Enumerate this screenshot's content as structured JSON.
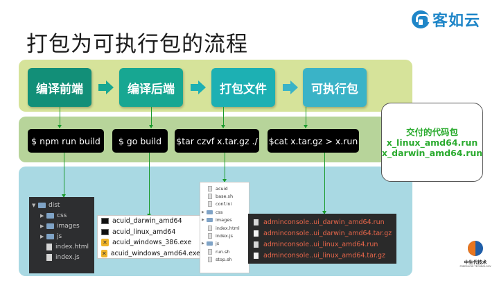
{
  "brand": {
    "name": "客如云"
  },
  "title": "打包为可执行包的流程",
  "stages": [
    "编译前端",
    "编译后端",
    "打包文件",
    "可执行包"
  ],
  "commands": [
    "$ npm run build",
    "$ go build",
    "$tar czvf x.tar.gz ./",
    "$cat x.tar.gz > x.run"
  ],
  "deliverable_note": {
    "heading": "交付的代码包",
    "files": [
      "x_linux_amd64.run",
      "x_darwin_amd64.run"
    ]
  },
  "frontend_output": [
    {
      "name": "dist",
      "kind": "folder",
      "expanded": true
    },
    {
      "name": "css",
      "kind": "folder",
      "expanded": false
    },
    {
      "name": "images",
      "kind": "folder",
      "expanded": false
    },
    {
      "name": "js",
      "kind": "folder",
      "expanded": false
    },
    {
      "name": "index.html",
      "kind": "file"
    },
    {
      "name": "index.js",
      "kind": "file"
    }
  ],
  "backend_output": [
    {
      "name": "acuid_darwin_amd64",
      "icon": "exec-icon"
    },
    {
      "name": "acuid_linux_amd64",
      "icon": "exec-icon"
    },
    {
      "name": "acuid_windows_386.exe",
      "icon": "exe-icon"
    },
    {
      "name": "acuid_windows_amd64.exe",
      "icon": "exe-icon"
    }
  ],
  "package_tree": [
    {
      "name": "acuid",
      "kind": "file"
    },
    {
      "name": "base.sh",
      "kind": "file"
    },
    {
      "name": "conf.ini",
      "kind": "file"
    },
    {
      "name": "css",
      "kind": "folder"
    },
    {
      "name": "images",
      "kind": "folder"
    },
    {
      "name": "index.html",
      "kind": "file"
    },
    {
      "name": "index.js",
      "kind": "file"
    },
    {
      "name": "js",
      "kind": "folder"
    },
    {
      "name": "run.sh",
      "kind": "file"
    },
    {
      "name": "stop.sh",
      "kind": "file"
    }
  ],
  "final_packages": [
    "adminconsole..ui_darwin_amd64.run",
    "adminconsole..ui_darwin_amd64.tar.gz",
    "adminconsole..ui_linux_amd64.run",
    "adminconsole..ui_linux_amd64.tar.gz"
  ],
  "corp": {
    "name": "中生代技术",
    "sub": "FREESHOW TECHNOLOGY"
  },
  "colors": {
    "band_stages": "#d6e39a",
    "band_cmds": "#b7d49a",
    "band_out": "#a9d9e3",
    "stage1": "#128f78",
    "stage2": "#17a792",
    "stage3": "#1db0b3",
    "stage4": "#3ab3c7",
    "arrow_line": "#1a9a2c",
    "note_text": "#2bab2f",
    "brand": "#1f86c8"
  }
}
